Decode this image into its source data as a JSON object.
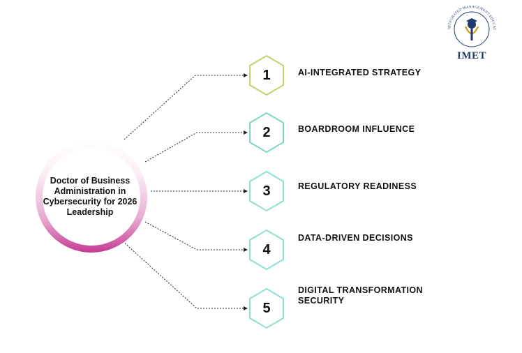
{
  "center": {
    "title": "Doctor of Business Administration in Cybersecurity for 2026 Leadership"
  },
  "items": [
    {
      "number": "1",
      "label": "AI-INTEGRATED STRATEGY",
      "color": "#c8cf6a"
    },
    {
      "number": "2",
      "label": "BOARDROOM INFLUENCE",
      "color": "#7fd6c6"
    },
    {
      "number": "3",
      "label": "REGULATORY READINESS",
      "color": "#8fded2"
    },
    {
      "number": "4",
      "label": "DATA-DRIVEN DECISIONS",
      "color": "#8fded2"
    },
    {
      "number": "5",
      "label": "DIGITAL TRANSFORMATION SECURITY",
      "color": "#8fded2"
    }
  ],
  "logo": {
    "name": "IMET",
    "ring_text": "INTEGRATED MANAGEMENT EDUCATIONAL TECHNOLOGY",
    "color": "#1f3a6b",
    "accent": "#d4a017"
  },
  "colors": {
    "center_gradient_end": "#c43a95",
    "connector": "#222222"
  }
}
